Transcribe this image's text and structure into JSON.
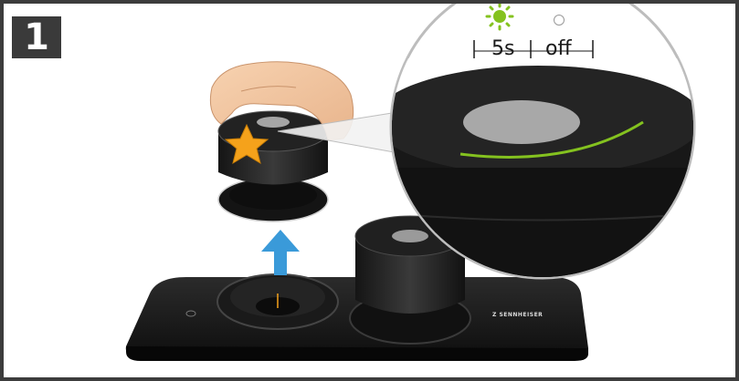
{
  "step": {
    "number": "1"
  },
  "indicator": {
    "led_on_color": "#84c21f",
    "led_off_color": "#ffffff",
    "duration_label": "5s",
    "off_label": "off"
  },
  "device": {
    "brand_text": "Z SENNHEISER",
    "accent_color": "#84c21f",
    "arrow_color": "#3a9ad9",
    "star_color": "#f5a21b"
  },
  "icons": {
    "step": "step-number-badge",
    "led_on": "sun-led-icon",
    "led_off": "circle-led-icon",
    "star": "star-icon",
    "arrow": "arrow-up-icon"
  }
}
